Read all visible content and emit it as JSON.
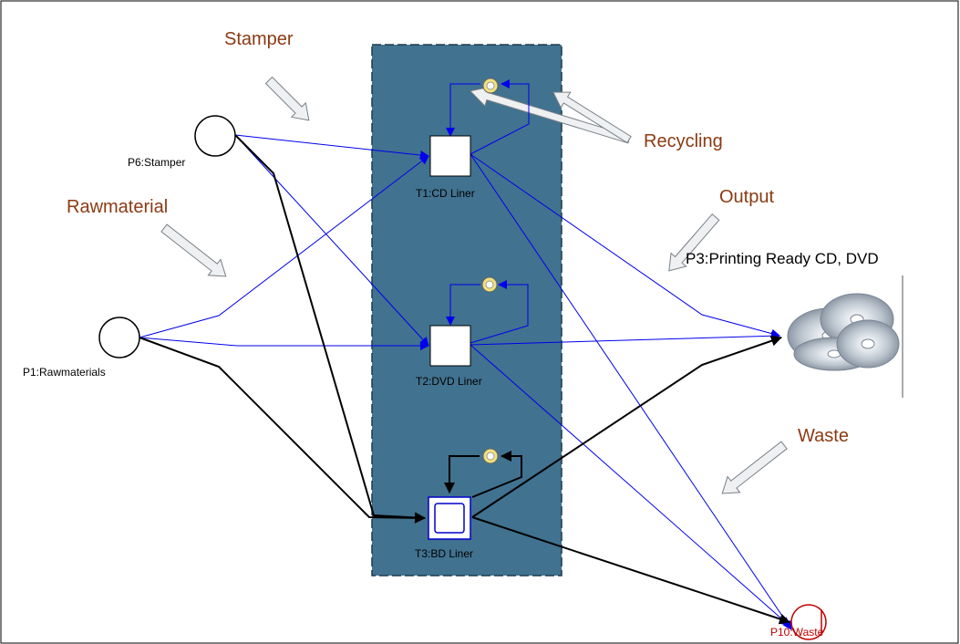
{
  "places": {
    "stamper": "P6:Stamper",
    "rawmaterials": "P1:Rawmaterials",
    "output": "P3:Printing Ready CD, DVD",
    "waste": "P10:Waste"
  },
  "transitions": {
    "cd": "T1:CD Liner",
    "dvd": "T2:DVD Liner",
    "bd": "T3:BD Liner"
  },
  "callouts": {
    "stamper": "Stamper",
    "rawmaterial": "Rawmaterial",
    "recycling": "Recycling",
    "output": "Output",
    "waste": "Waste"
  },
  "colors": {
    "panel": "#41728f",
    "blue_arc": "#0000ee",
    "black_arc": "#000000",
    "label_accent": "#8B3A13",
    "token": "#f2e27a",
    "waste_place": "#c00000"
  }
}
